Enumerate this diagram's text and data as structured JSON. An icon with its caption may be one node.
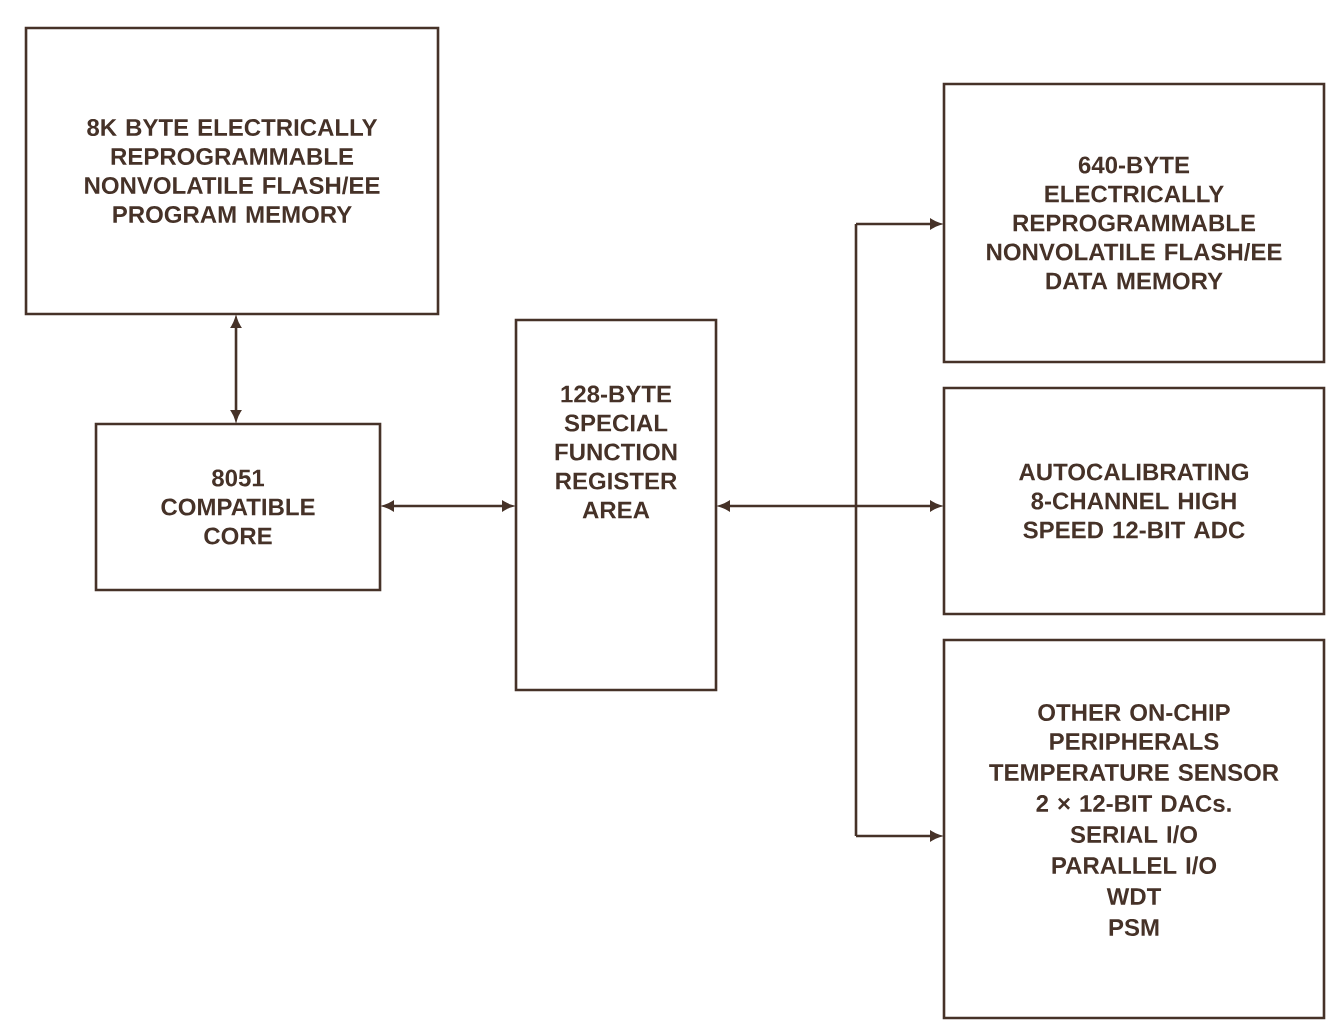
{
  "diagram": {
    "nodes": [
      {
        "text": [
          "8K BYTE ELECTRICALLY REPROGRAMMABLE NONVOLATILE FLASH/EE PROGRAM MEMORY"
        ]
      },
      {
        "text": [
          "8051 COMPATIBLE CORE"
        ]
      },
      {
        "text": [
          "128-BYTE SPECIAL FUNCTION REGISTER AREA"
        ]
      },
      {
        "text": [
          "640-BYTE ELECTRICALLY REPROGRAMMABLE NONVOLATILE FLASH/EE DATA MEMORY"
        ]
      },
      {
        "text": [
          "AUTOCALIBRATING 8-CHANNEL HIGH SPEED 12-BIT ADC"
        ]
      },
      {
        "text": [
          "OTHER ON-CHIP PERIPHERALS",
          "TEMPERATURE SENSOR",
          "2 × 12-BIT DACs.",
          "SERIAL I/O",
          "PARALLEL I/O",
          "WDT",
          "PSM"
        ]
      }
    ],
    "edges": [
      {
        "from": 0,
        "to": 1,
        "arrow": "both"
      },
      {
        "from": 1,
        "to": 2,
        "arrow": "both"
      },
      {
        "from": 2,
        "to": 3,
        "arrow": "both"
      },
      {
        "from": 2,
        "to": 4,
        "arrow": "both"
      },
      {
        "from": 2,
        "to": 5,
        "arrow": "both"
      }
    ]
  }
}
